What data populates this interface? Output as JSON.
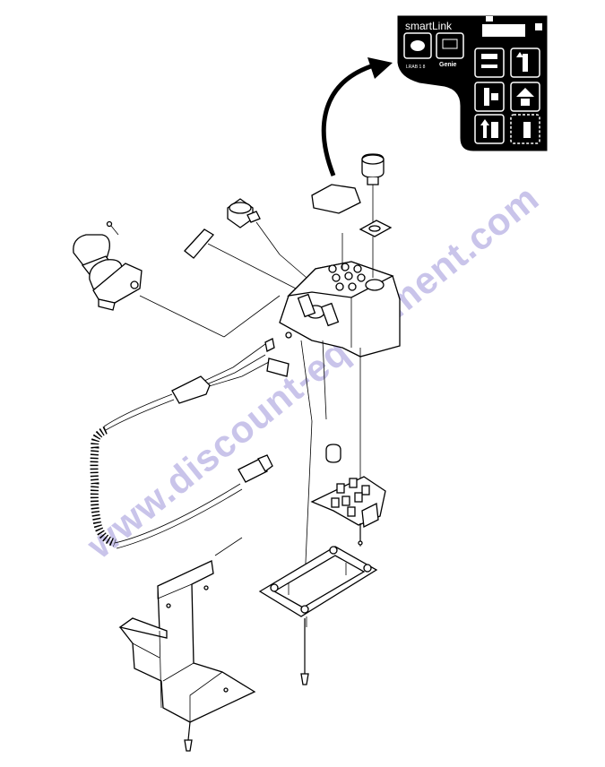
{
  "watermark": {
    "text": "www.discount-equipment.com",
    "color": "#c9c4ea"
  },
  "decal": {
    "brand": "smartLink",
    "maker": "Genie",
    "small_code": "LRAB 1 8",
    "background": "#000000",
    "icons": [
      "lift-drive-icon",
      "up-down-arrow-icon",
      "steer-icon",
      "platform-level-icon",
      "lift-arrow-icon",
      "outrigger-icon"
    ]
  },
  "parts": [
    "callout-arrow",
    "decal-sheet",
    "emergency-stop-button",
    "seal-washer",
    "control-box",
    "joystick",
    "switch-knob",
    "label-strip",
    "coil-cord-harness",
    "connector-plug",
    "circuit-board",
    "button-cap",
    "gasket-plate",
    "mounting-bracket",
    "screw-left",
    "screw-bottom",
    "screw-board"
  ]
}
